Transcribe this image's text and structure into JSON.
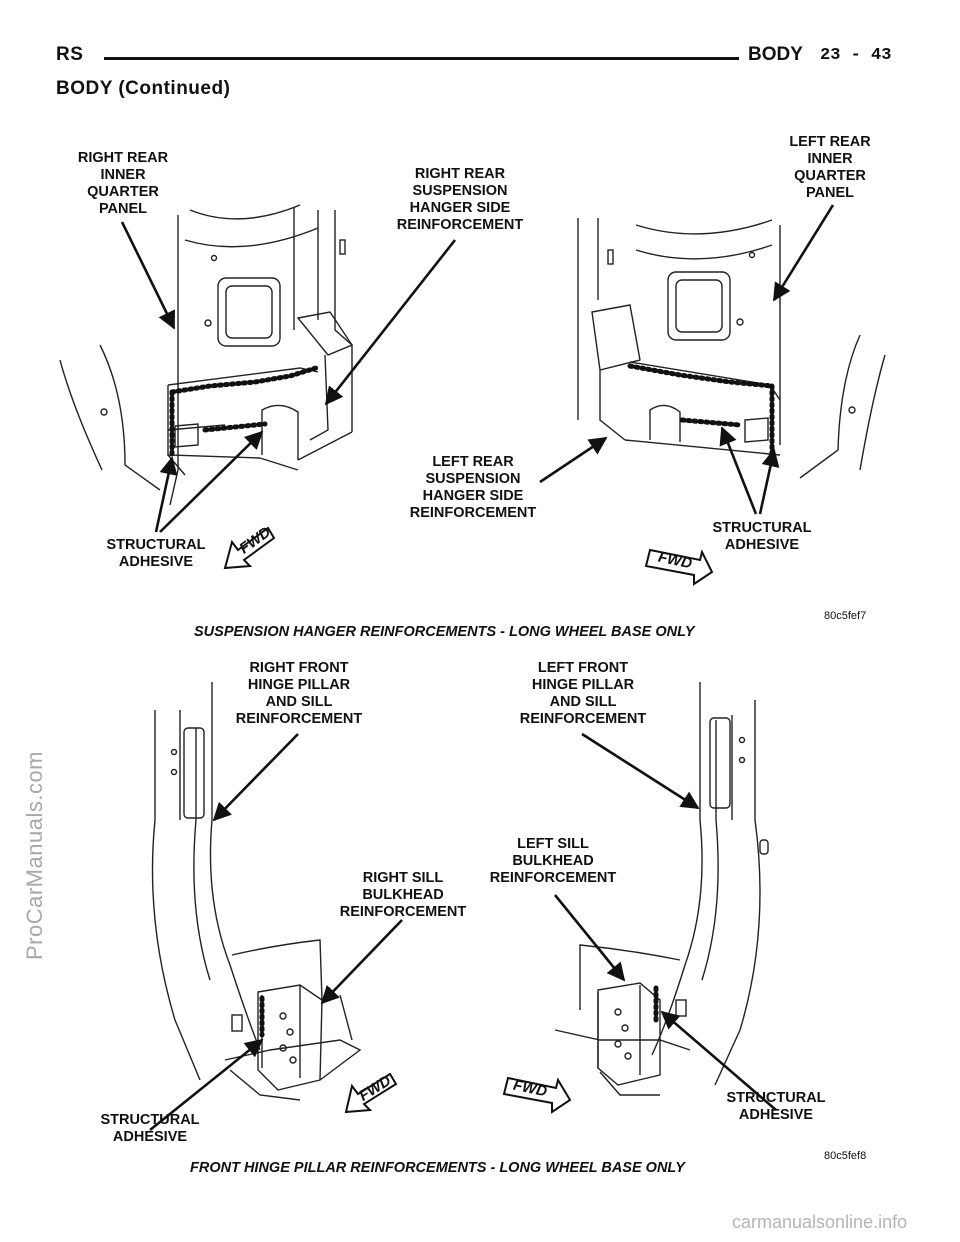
{
  "header": {
    "left": "RS",
    "section": "BODY",
    "page": "23 - 43",
    "subtitle": "BODY (Continued)"
  },
  "figure1": {
    "labels": {
      "rr_inner_quarter": "RIGHT REAR\nINNER\nQUARTER\nPANEL",
      "rr_susp_hanger": "RIGHT REAR\nSUSPENSION\nHANGER SIDE\nREINFORCEMENT",
      "lr_inner_quarter": "LEFT REAR\nINNER\nQUARTER\nPANEL",
      "lr_susp_hanger": "LEFT REAR\nSUSPENSION\nHANGER SIDE\nREINFORCEMENT",
      "structural_adhesive_left": "STRUCTURAL\nADHESIVE",
      "structural_adhesive_right": "STRUCTURAL\nADHESIVE"
    },
    "fwd": "FWD",
    "figure_id": "80c5fef7",
    "caption": "SUSPENSION HANGER REINFORCEMENTS - LONG WHEEL BASE ONLY"
  },
  "figure2": {
    "labels": {
      "rf_hinge": "RIGHT FRONT\nHINGE PILLAR\nAND SILL\nREINFORCEMENT",
      "lf_hinge": "LEFT FRONT\nHINGE PILLAR\nAND SILL\nREINFORCEMENT",
      "left_sill": "LEFT SILL\nBULKHEAD\nREINFORCEMENT",
      "right_sill": "RIGHT SILL\nBULKHEAD\nREINFORCEMENT",
      "structural_adhesive_left": "STRUCTURAL\nADHESIVE",
      "structural_adhesive_right": "STRUCTURAL\nADHESIVE"
    },
    "fwd": "FWD",
    "figure_id": "80c5fef8",
    "caption": "FRONT HINGE PILLAR REINFORCEMENTS - LONG WHEEL BASE ONLY"
  },
  "watermarks": {
    "side": "ProCarManuals.com",
    "footer": "carmanualsonline.info"
  }
}
